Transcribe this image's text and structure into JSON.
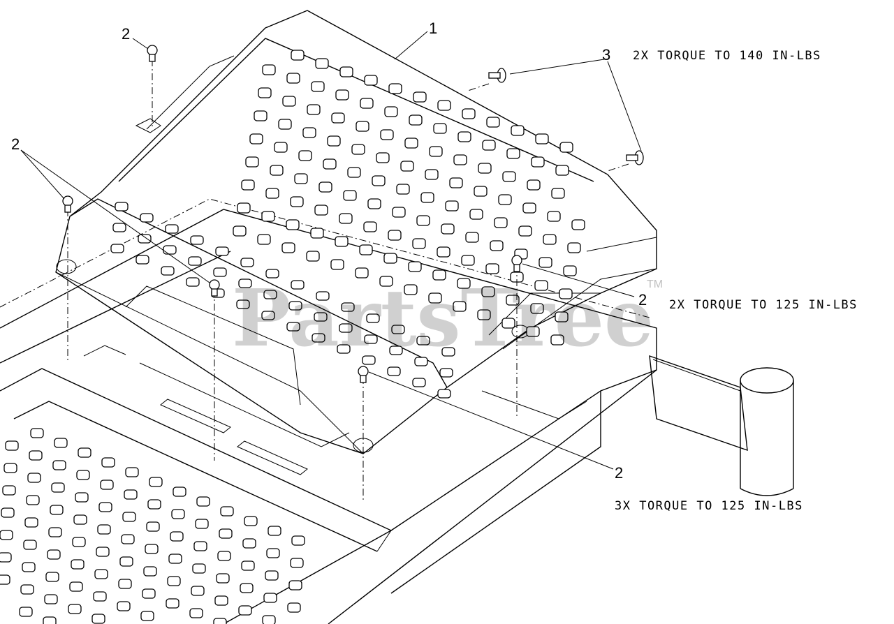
{
  "callouts": {
    "part_1": "1",
    "part_2_top": "2",
    "part_2_left": "2",
    "part_2_right": "2",
    "part_2_bottom": "2",
    "part_3": "3"
  },
  "notes": {
    "torque_140": "2X TORQUE TO 140 IN-LBS",
    "torque_125_right": "2X TORQUE TO 125 IN-LBS",
    "torque_125_bottom": "3X TORQUE TO 125 IN-LBS"
  },
  "watermark": {
    "text": "PartsTree",
    "trademark": "TM"
  }
}
